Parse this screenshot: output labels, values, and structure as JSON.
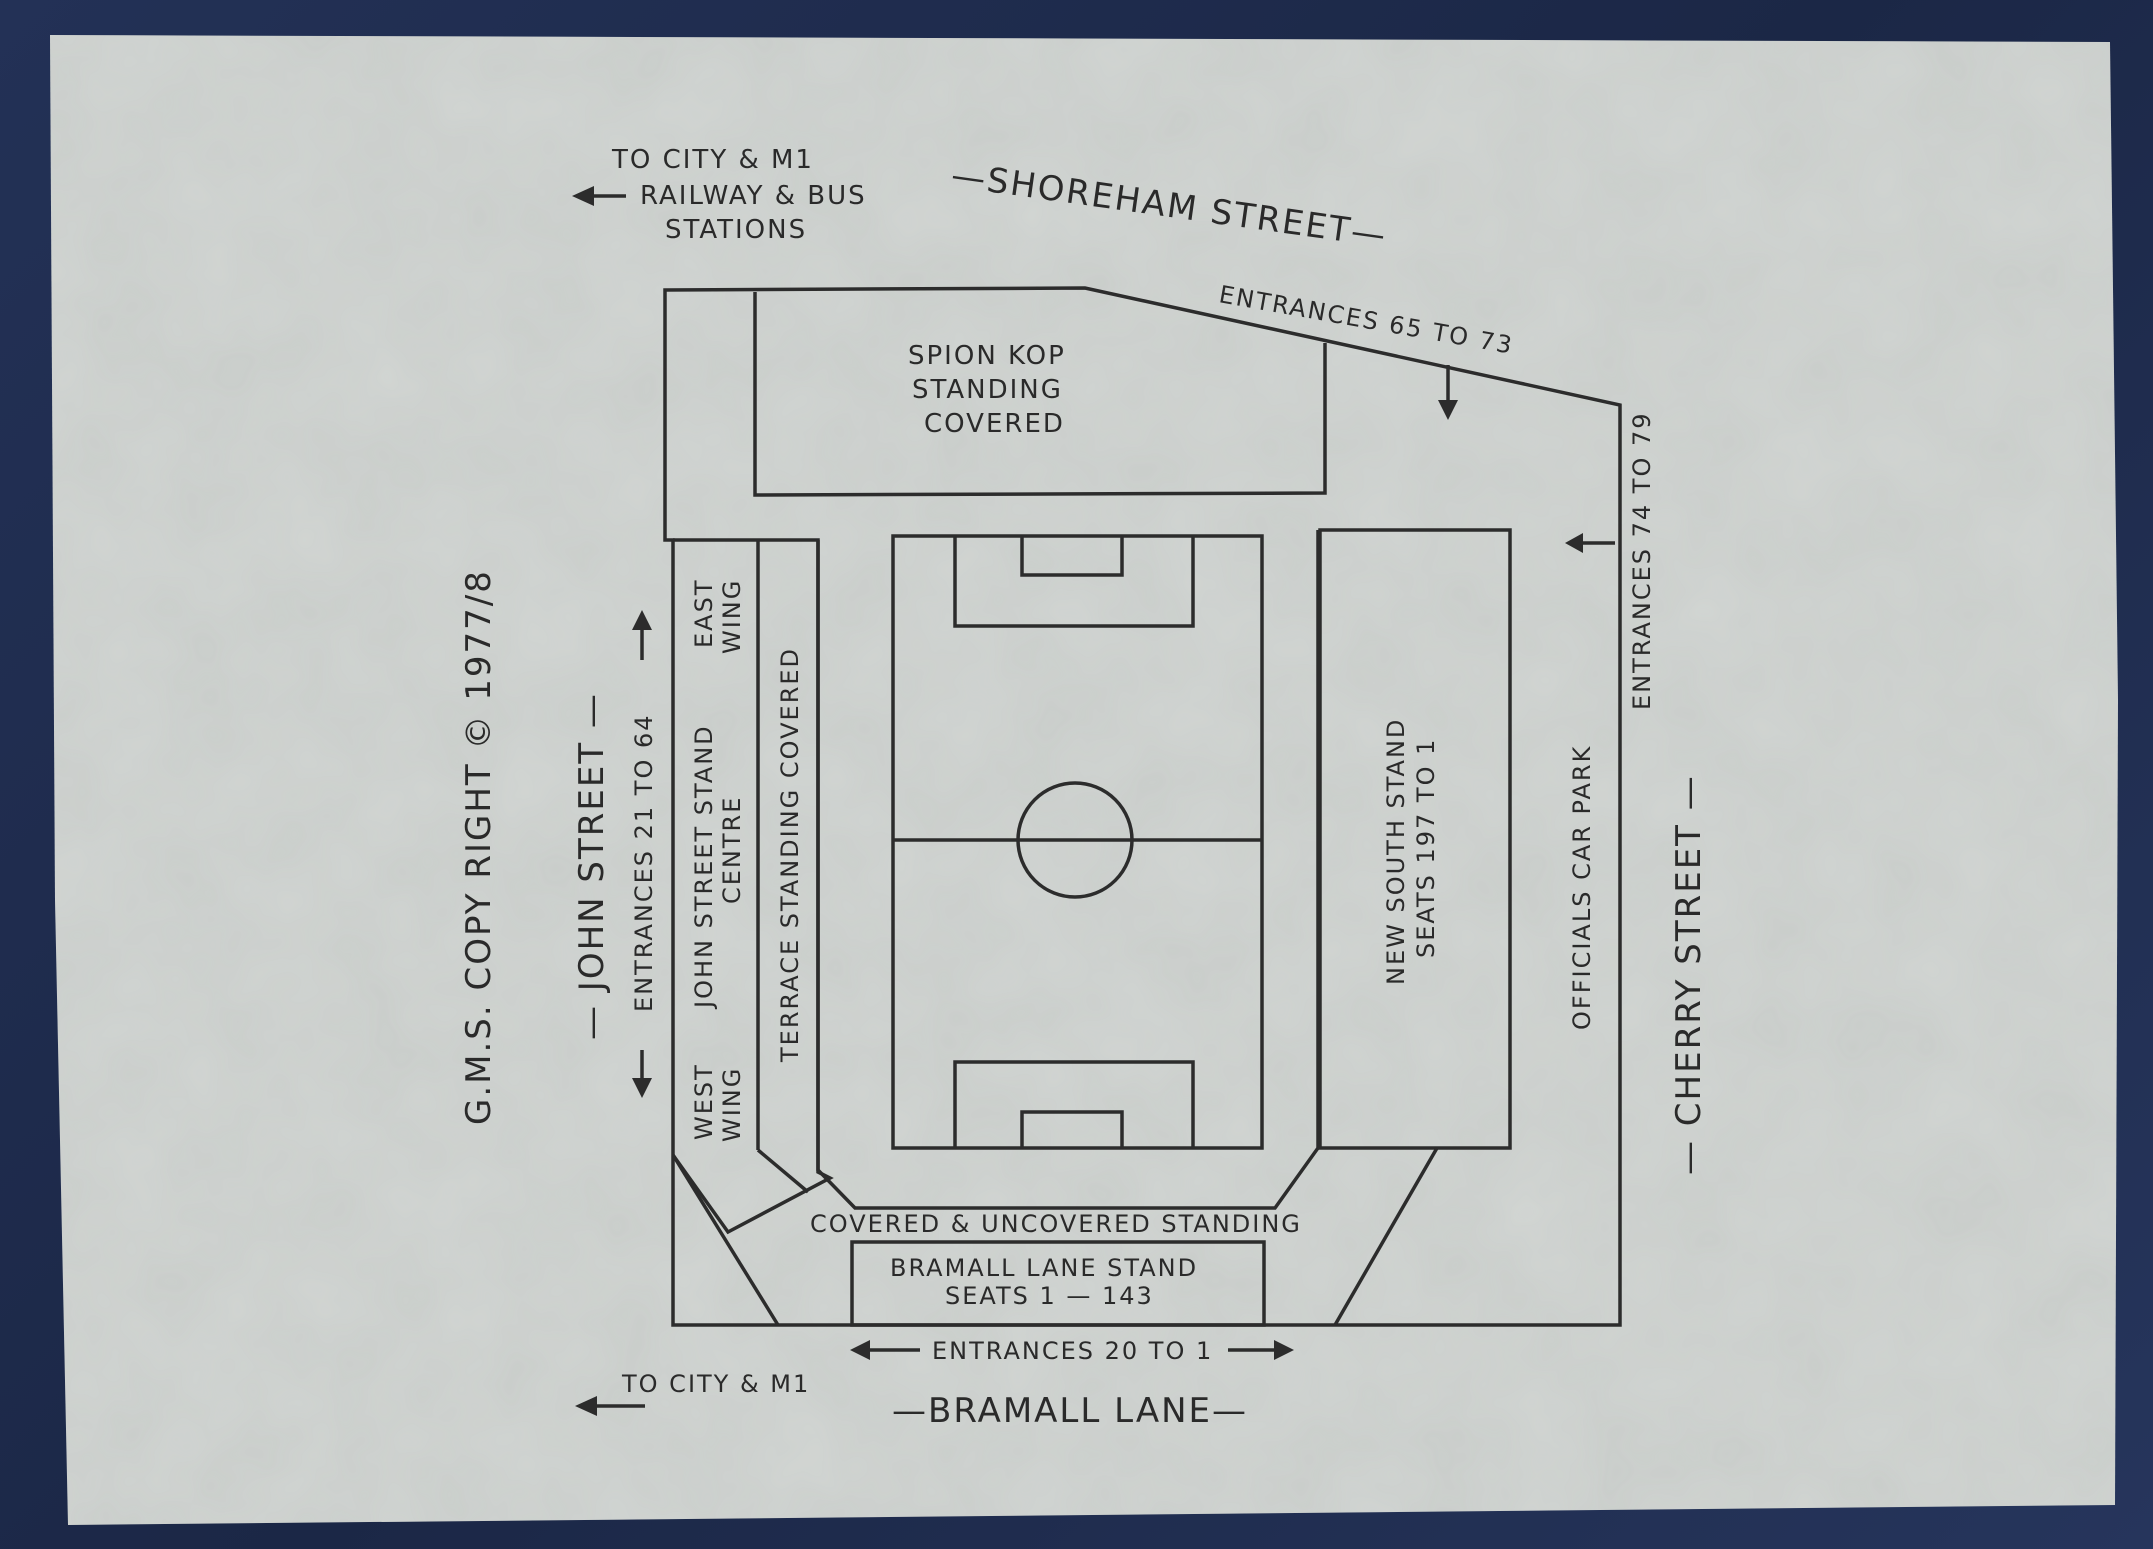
{
  "map": {
    "streets": {
      "north": "—SHOREHAM  STREET—",
      "west": "— JOHN  STREET —",
      "east": "— CHERRY  STREET —",
      "south": "—BRAMALL LANE—"
    },
    "directions": {
      "top_left_line1": "TO CITY & M1",
      "top_left_line2": "RAILWAY & BUS",
      "top_left_line3": "STATIONS",
      "bottom_left": "TO CITY & M1"
    },
    "entrances": {
      "north": "ENTRANCES 65 TO 73",
      "east": "ENTRANCES 74 TO 79",
      "west": "ENTRANCES 21 TO 64",
      "south": "ENTRANCES 20 TO 1"
    },
    "sections": {
      "spion_kop_line1": "SPION  KOP",
      "spion_kop_line2": "STANDING",
      "spion_kop_line3": "COVERED",
      "east_wing_line1": "EAST",
      "east_wing_line2": "WING",
      "john_street_stand_line1": "JOHN STREET STAND",
      "john_street_stand_line2": "CENTRE",
      "west_wing_line1": "WEST",
      "west_wing_line2": "WING",
      "terrace": "TERRACE STANDING COVERED",
      "new_south_stand_line1": "NEW SOUTH STAND",
      "new_south_stand_line2": "SEATS 197 TO 1",
      "officials_car_park": "OFFICIALS  CAR  PARK",
      "covered_standing": "COVERED & UNCOVERED STANDING",
      "bramall_lane_stand_line1": "BRAMALL LANE STAND",
      "bramall_lane_stand_line2": "SEATS 1 — 143"
    },
    "copyright": "G.M.S. COPY RIGHT © 1977/8"
  },
  "colors": {
    "paper": "#c9cdca",
    "ink": "#2c2c2c",
    "background": "#1e2a4a"
  }
}
